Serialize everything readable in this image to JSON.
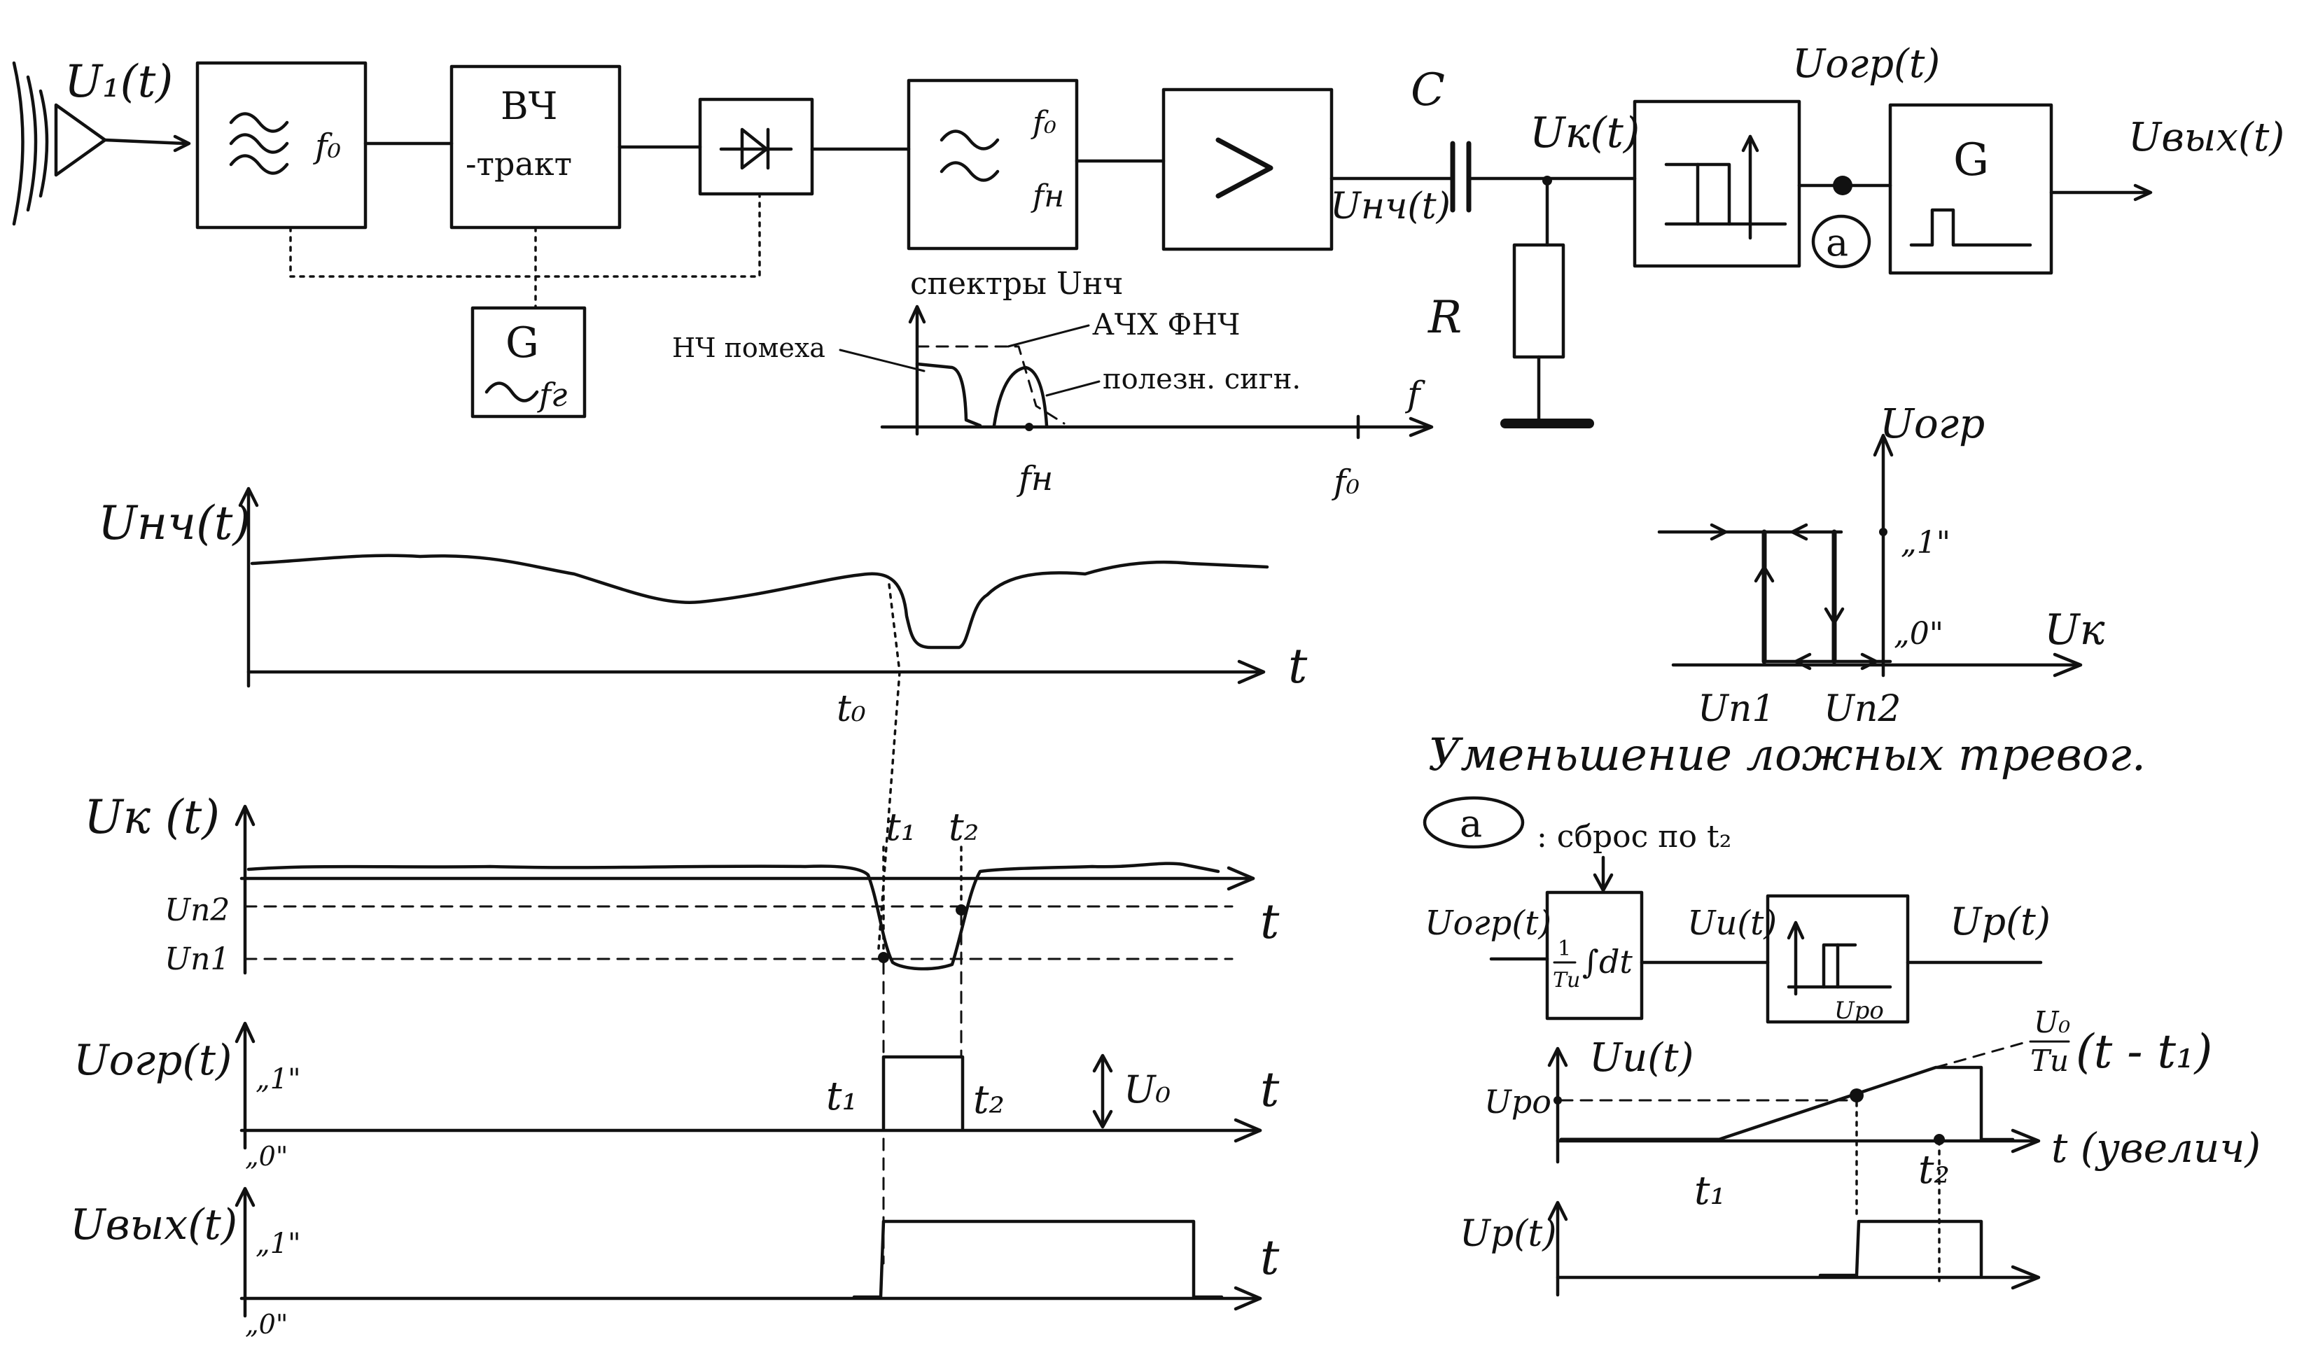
{
  "block_diagram": {
    "input_signal": "U₁(t)",
    "filter_label": "f₀",
    "rf_path_line1": "ВЧ",
    "rf_path_line2": "-тракт",
    "lpf_top": "f₀",
    "lpf_bottom": "fн",
    "generator": "G",
    "generator_freq": "fг",
    "lf_signal": "Uнч(t)",
    "capacitor": "C",
    "resistor": "R",
    "uk_signal": "Uк(t)",
    "limiter_signal": "Uогр(t)",
    "node_a": "a",
    "output_gen": "G",
    "output_signal": "Uвых(t)"
  },
  "spectrum_inset": {
    "title": "спектры Uнч",
    "lf_noise": "НЧ помеха",
    "afc": "АЧХ ФНЧ",
    "useful": "полезн. сигн.",
    "axis": "f",
    "f_n": "fн",
    "f_0": "f₀"
  },
  "hysteresis": {
    "ylabel": "Uогр",
    "xlabel": "Uк",
    "one": "„1\"",
    "zero": "„0\"",
    "up1": "Uп1",
    "up2": "Uп2"
  },
  "false_alarms": {
    "title": "Уменьшение ложных тревог.",
    "node": "a",
    "reset": ": сброс по t₂",
    "in_label": "Uогр(t)",
    "integrator_num": "1",
    "integrator_den": "Tи",
    "integrator_body": "∫dt",
    "mid_label": "Uи(t)",
    "threshold_label": "Uро",
    "out_label": "Uр(t)",
    "plot1_ylabel": "Uи(t)",
    "plot1_level": "Uро",
    "formula_num": "U₀",
    "formula_den": "Tи",
    "formula_tail": "(t - t₁)",
    "plot1_xlabel": "t (увелич)",
    "t1": "t₁",
    "t2": "t₂",
    "plot2_ylabel": "Uр(t)"
  },
  "waveforms": {
    "lf": {
      "ylabel": "Uнч(t)",
      "xlabel": "t",
      "t0": "t₀"
    },
    "uk": {
      "ylabel": "Uк (t)",
      "xlabel": "t",
      "t1": "t₁",
      "t2": "t₂",
      "up2": "Uп2",
      "up1": "Uп1"
    },
    "ogr": {
      "ylabel": "Uогр(t)",
      "xlabel": "t",
      "one": "„1\"",
      "zero": "„0\"",
      "t1": "t₁",
      "t2": "t₂",
      "u0": "U₀"
    },
    "out": {
      "ylabel": "Uвых(t)",
      "xlabel": "t",
      "one": "„1\"",
      "zero": "„0\""
    }
  }
}
